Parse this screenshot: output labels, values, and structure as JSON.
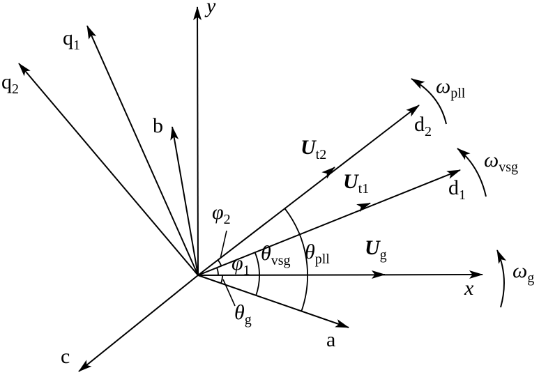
{
  "figure_title": "Reference frame diagram of grid, VSG and PLL rotating frames",
  "colors": {
    "ink": "#000000",
    "background": "#ffffff"
  },
  "labels": {
    "y_axis": {
      "main": "y"
    },
    "x_axis": {
      "main": "x"
    },
    "a_axis": {
      "main": "a"
    },
    "b_axis": {
      "main": "b"
    },
    "c_axis": {
      "main": "c"
    },
    "q1_axis": {
      "main": "q",
      "sub": "1"
    },
    "q2_axis": {
      "main": "q",
      "sub": "2"
    },
    "d1_axis": {
      "main": "d",
      "sub": "1"
    },
    "d2_axis": {
      "main": "d",
      "sub": "2"
    },
    "u_g": {
      "main": "U",
      "sub": "g"
    },
    "u_t1": {
      "main": "U",
      "sub": "t1"
    },
    "u_t2": {
      "main": "U",
      "sub": "t2"
    },
    "omega_g": {
      "main": "ω",
      "sub": "g"
    },
    "omega_vsg": {
      "main": "ω",
      "sub": "vsg"
    },
    "omega_pll": {
      "main": "ω",
      "sub": "pll"
    },
    "theta_g": {
      "main": "θ",
      "sub": "g"
    },
    "theta_vsg": {
      "main": "θ",
      "sub": "vsg"
    },
    "theta_pll": {
      "main": "θ",
      "sub": "pll"
    },
    "phi_1": {
      "main": "φ",
      "sub": "1"
    },
    "phi_2": {
      "main": "φ",
      "sub": "2"
    }
  }
}
